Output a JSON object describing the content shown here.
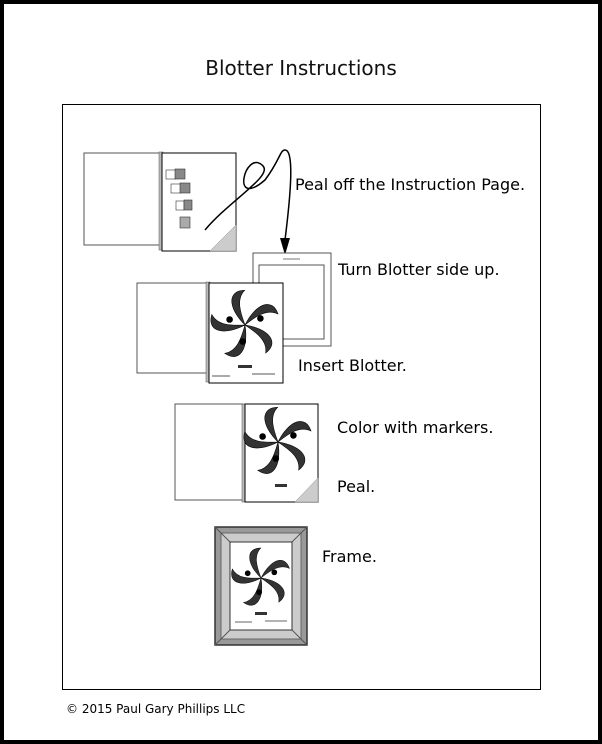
{
  "title": "Blotter Instructions",
  "steps": [
    {
      "label": "Peal off the Instruction Page."
    },
    {
      "label": "Turn Blotter side up."
    },
    {
      "label": "Insert Blotter."
    },
    {
      "label": "Color with markers."
    },
    {
      "label": "Peal."
    },
    {
      "label": "Frame."
    }
  ],
  "footer": "© 2015 Paul Gary Phillips LLC"
}
